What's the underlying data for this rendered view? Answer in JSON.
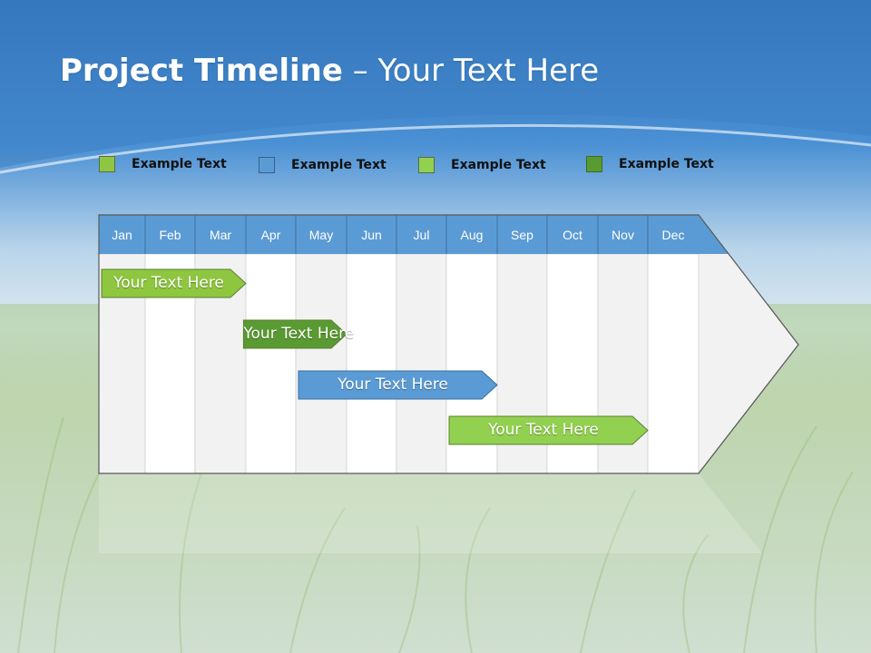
{
  "slide": {
    "title_bold": "Project Timeline",
    "title_rest": " – Your Text Here"
  },
  "legend": [
    {
      "label": "Example Text",
      "color": "#8ec63f"
    },
    {
      "label": "Example Text",
      "color": "#5b9bd5"
    },
    {
      "label": "Example Text",
      "color": "#92d050"
    },
    {
      "label": "Example Text",
      "color": "#5a9a32"
    }
  ],
  "months": [
    "Jan",
    "Feb",
    "Mar",
    "Apr",
    "May",
    "Jun",
    "Jul",
    "Aug",
    "Sep",
    "Oct",
    "Nov",
    "Dec"
  ],
  "tasks": [
    {
      "label": "Your  Text Here",
      "start_month": 1.0,
      "end_month": 4.0,
      "color": "#8ec63f"
    },
    {
      "label": "Your  Text Here",
      "start_month": 3.9,
      "end_month": 6.0,
      "color": "#5a9a32"
    },
    {
      "label": "Your  Text Here",
      "start_month": 5.0,
      "end_month": 9.0,
      "color": "#5b9bd5"
    },
    {
      "label": "Your  Text Here",
      "start_month": 8.0,
      "end_month": 12.0,
      "color": "#92d050"
    }
  ],
  "colors": {
    "header": "#5b9bd5",
    "sky_top": "#2f6fb5",
    "grass": "#9cc36a"
  }
}
